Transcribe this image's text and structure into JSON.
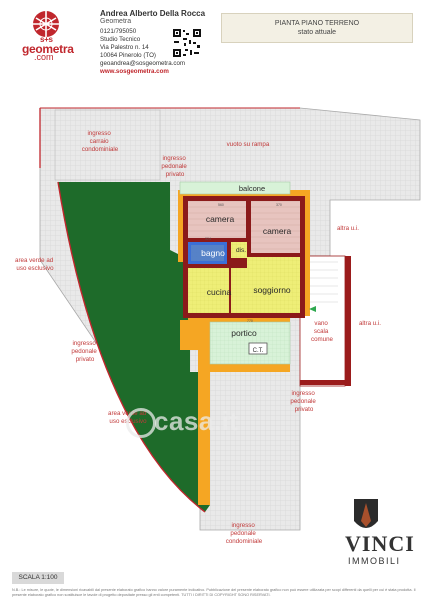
{
  "header": {
    "logo_top": "s+s",
    "logo_main": "geometra",
    "logo_sub": ".com",
    "name": "Andrea Alberto Della Rocca",
    "title": "Geometra",
    "lines": [
      "0121/795050",
      "Studio Tecnico",
      "Via Palestro n. 14",
      "10064 Pinerolo (TO)",
      "geoandrea@sosgeometra.com"
    ],
    "url": "www.sosgeometra.com"
  },
  "plan_title": {
    "line1": "PIANTA PIANO TERRENO",
    "line2": "stato attuale"
  },
  "labels": {
    "ingresso_carraio": [
      "ingresso",
      "carraio",
      "condominiale"
    ],
    "vuoto": "vuoto su rampa",
    "ingresso_pedonale_top": [
      "ingresso",
      "pedonale",
      "privato"
    ],
    "balcone": "balcone",
    "camera_left": "camera",
    "camera_right": "camera",
    "bagno": "bagno",
    "dis": "dis.",
    "soggiorno": "soggiorno",
    "cucina": "cucina",
    "portico": "portico",
    "ct": "C.T.",
    "altra_ui_top": "altra u.i.",
    "altra_ui_mid": "altra u.i.",
    "vano_scala": [
      "vano",
      "scala",
      "comune"
    ],
    "area_verde_left": [
      "area verde ad",
      "uso esclusivo"
    ],
    "ingresso_pedonale_left": [
      "ingresso",
      "pedonale",
      "privato"
    ],
    "area_verde_bottom": [
      "area verde ad",
      "uso esclusivo"
    ],
    "ingresso_pedonale_right": [
      "ingresso",
      "pedonale",
      "privato"
    ],
    "ingresso_pedonale_bottom": [
      "ingresso",
      "pedonale",
      "condominiale"
    ]
  },
  "watermark": "casa.it",
  "brand": {
    "name": "VINCI",
    "sub": "IMMOBILI"
  },
  "scale": "SCALA 1:100",
  "footer_note": "N.B.: Le misure, le quote, le dimensioni ricavabili dal presente elaborato grafico hanno valore puramente indicativo. Pubblicazione del presente elaborato grafico non può essere utilizzata per scopi differenti da quelli per cui è stata prodotta. Il presente elaborato grafico non sostituisce le tavole di progetto depositate presso gli enti competenti. TUTTI I DIRITTI DI COPYRIGHT SONO RISERVATI."
}
